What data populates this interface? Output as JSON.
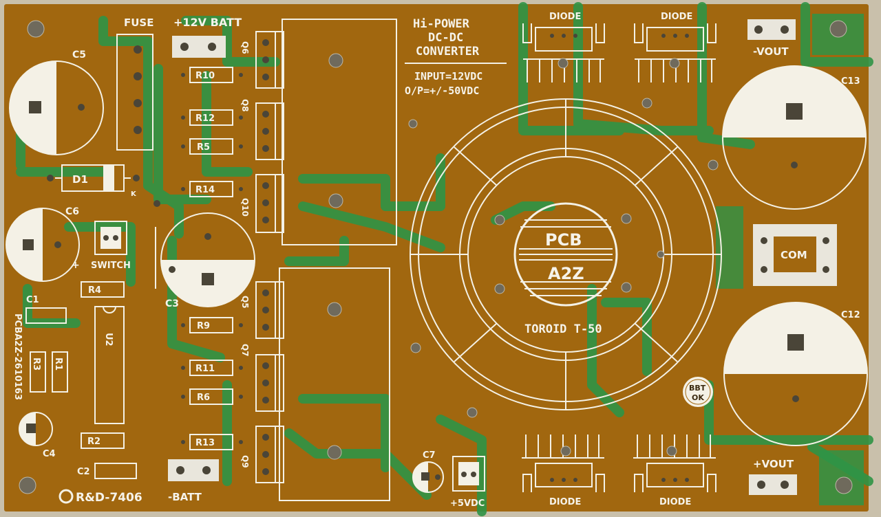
{
  "board": {
    "colors": {
      "board_bg": "#a1670f",
      "copper_trace": "#2f9446",
      "silkscreen": "#f4f1e6",
      "surface": "#cfc7b4"
    },
    "fuse_label": "FUSE",
    "batt_pos_label": "+12V BATT",
    "batt_neg_label": "-BATT",
    "title": [
      "Hi-POWER",
      "DC-DC",
      "CONVERTER"
    ],
    "spec": [
      "INPUT=12VDC",
      "O/P=+/-50VDC"
    ],
    "diode_label": "DIODE",
    "vout_neg_label": "-VOUT",
    "vout_pos_label": "+VOUT",
    "com_label": "COM",
    "toroid_label": "TOROID T-50",
    "logo_top": "PCB",
    "logo_bottom": "A2Z",
    "bbt_badge": [
      "BBT",
      "OK"
    ],
    "switch_label": "SWITCH",
    "vdc5_label": "+5VDC",
    "board_id": "PCBA2Z-2610163",
    "rd_label": "R&D-7406",
    "k_label": "K",
    "plus_label": "+",
    "components": {
      "caps": [
        "C1",
        "C2",
        "C3",
        "C4",
        "C5",
        "C6",
        "C7",
        "C12",
        "C13"
      ],
      "diode": "D1",
      "ic": "U2",
      "resistors": [
        "R1",
        "R2",
        "R3",
        "R4",
        "R5",
        "R6",
        "R9",
        "R10",
        "R11",
        "R12",
        "R13",
        "R14"
      ],
      "transistors": [
        "Q5",
        "Q6",
        "Q7",
        "Q8",
        "Q9",
        "Q10"
      ]
    }
  }
}
